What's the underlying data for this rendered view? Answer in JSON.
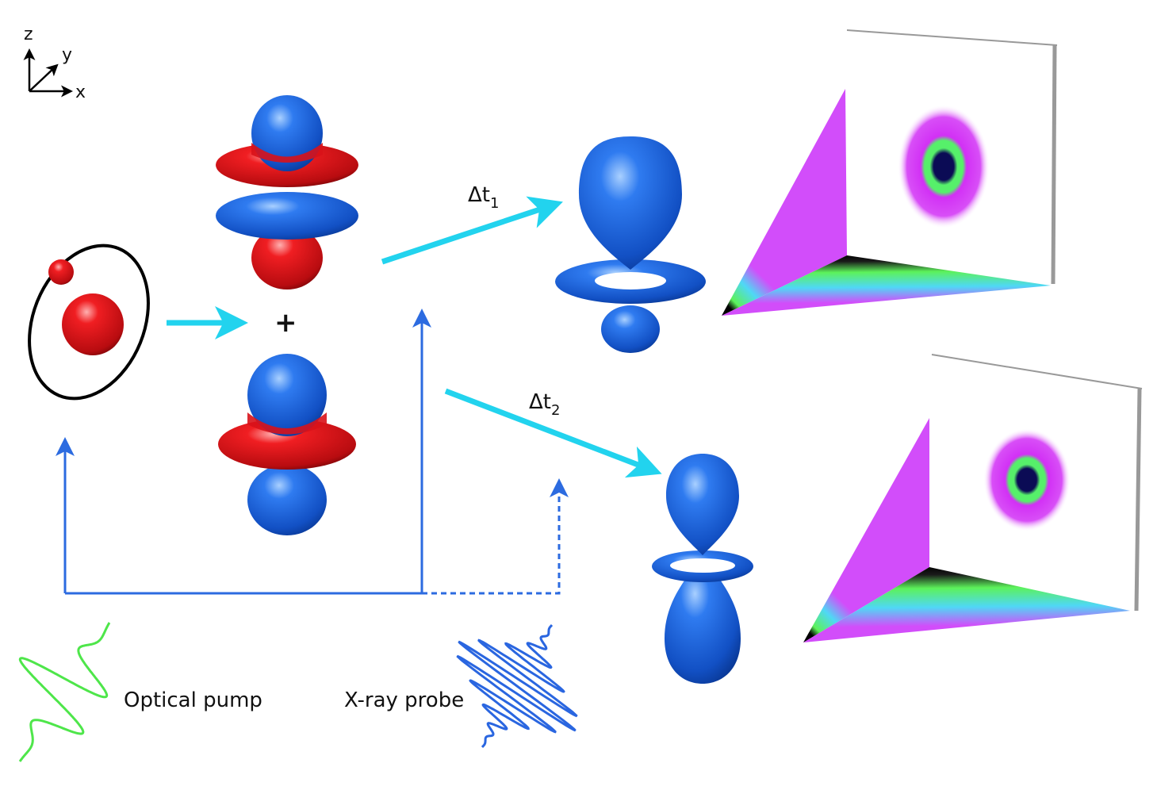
{
  "axes": {
    "z": "z",
    "y": "y",
    "x": "x"
  },
  "plus": "+",
  "delays": {
    "t1_main": "Δt",
    "t1_sub": "1",
    "t2_main": "Δt",
    "t2_sub": "2"
  },
  "legend": {
    "pump": "Optical pump",
    "probe": "X-ray probe"
  },
  "colors": {
    "cyan_arrow": "#22d3ee",
    "beam": "#2c6be0",
    "orbital_blue": "#1f63d8",
    "orbital_red": "#e3141b",
    "pump_wave": "#4ee64a",
    "probe_wave": "#2a66e0",
    "magenta": "#d24dfa"
  }
}
